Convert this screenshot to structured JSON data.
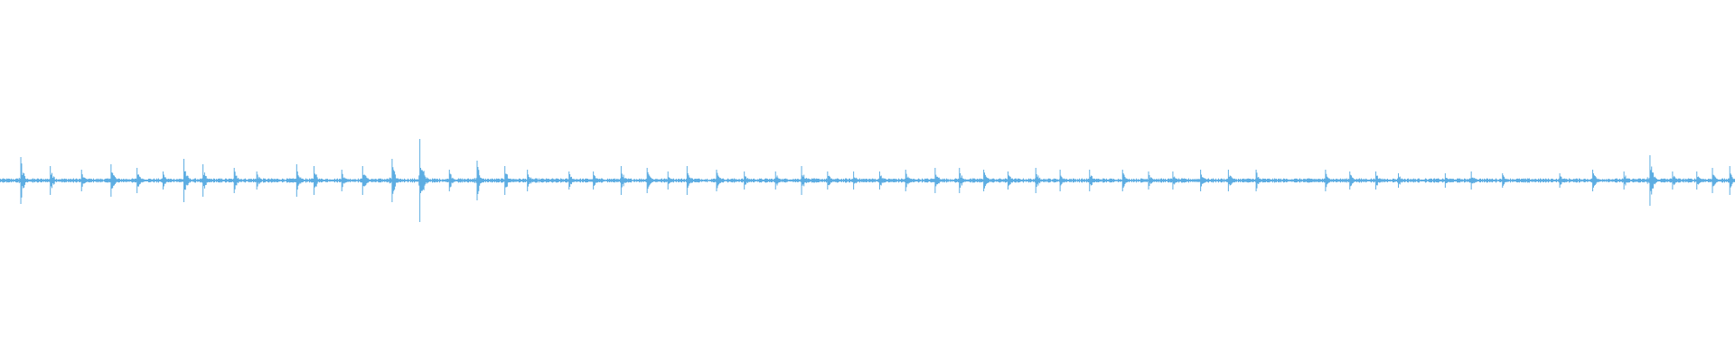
{
  "waveform": {
    "color": "#5dade2",
    "background": "#ffffff",
    "duration_fraction_events": [
      0.012,
      0.029,
      0.047,
      0.064,
      0.079,
      0.094,
      0.106,
      0.117,
      0.135,
      0.148,
      0.171,
      0.181,
      0.197,
      0.209,
      0.226,
      0.242,
      0.259,
      0.275,
      0.291,
      0.304,
      0.328,
      0.342,
      0.358,
      0.373,
      0.385,
      0.396,
      0.413,
      0.429,
      0.447,
      0.462,
      0.477,
      0.492,
      0.507,
      0.522,
      0.539,
      0.553,
      0.567,
      0.581,
      0.597,
      0.611,
      0.628,
      0.647,
      0.662,
      0.676,
      0.692,
      0.708,
      0.724,
      0.764,
      0.778,
      0.793,
      0.806,
      0.833,
      0.848,
      0.866,
      0.899,
      0.918,
      0.936,
      0.951,
      0.964,
      0.978,
      0.987,
      0.997
    ],
    "event_amplitudes": [
      0.13,
      0.08,
      0.06,
      0.09,
      0.07,
      0.05,
      0.12,
      0.09,
      0.07,
      0.05,
      0.09,
      0.08,
      0.06,
      0.08,
      0.12,
      0.23,
      0.06,
      0.11,
      0.08,
      0.06,
      0.05,
      0.05,
      0.08,
      0.07,
      0.05,
      0.08,
      0.06,
      0.05,
      0.05,
      0.08,
      0.05,
      0.05,
      0.05,
      0.06,
      0.07,
      0.07,
      0.06,
      0.05,
      0.07,
      0.06,
      0.06,
      0.06,
      0.05,
      0.05,
      0.06,
      0.06,
      0.06,
      0.06,
      0.05,
      0.05,
      0.04,
      0.04,
      0.05,
      0.04,
      0.04,
      0.06,
      0.05,
      0.14,
      0.05,
      0.05,
      0.07,
      0.08
    ]
  }
}
